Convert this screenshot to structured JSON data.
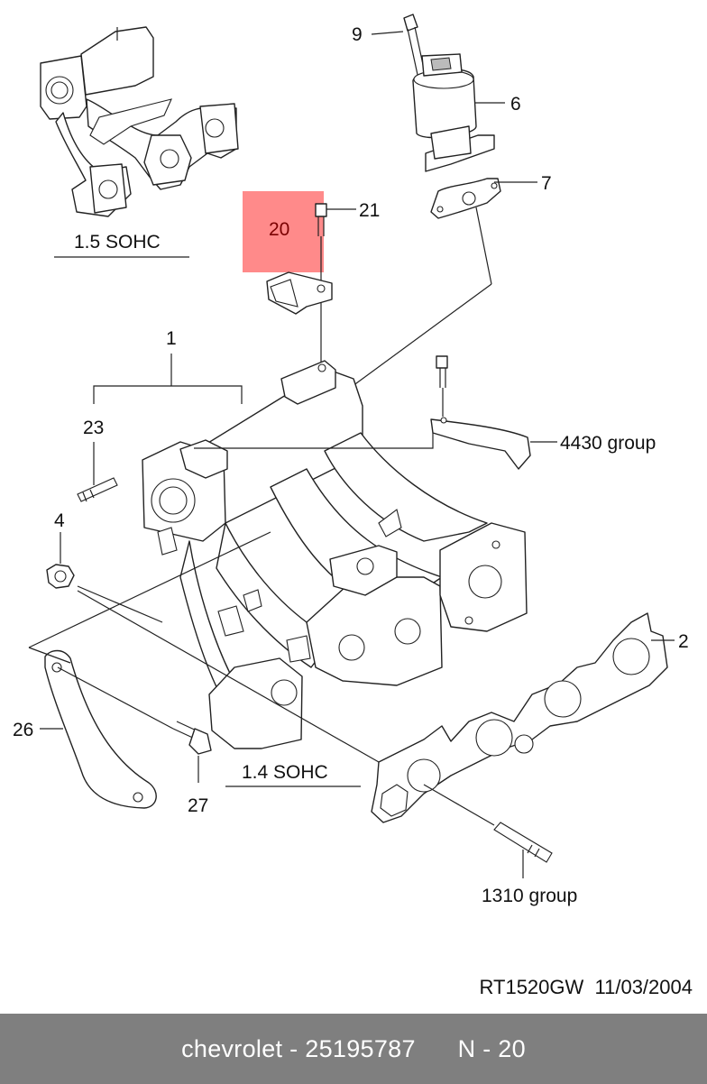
{
  "diagram": {
    "callouts": {
      "c1": "1",
      "c2": "2",
      "c4": "4",
      "c6": "6",
      "c7": "7",
      "c9": "9",
      "c20": "20",
      "c21": "21",
      "c23": "23",
      "c26": "26",
      "c27": "27",
      "g4430": "4430 group",
      "g1310": "1310 group"
    },
    "section_labels": {
      "top": "1.5 SOHC",
      "main": "1.4 SOHC"
    },
    "highlight": {
      "part": "20",
      "color": "#ff8a8a"
    }
  },
  "reference": {
    "code": "RT1520GW",
    "date": "11/03/2004"
  },
  "footer": {
    "brand": "chevrolet",
    "part_number": "25195787",
    "page": "N - 20"
  }
}
